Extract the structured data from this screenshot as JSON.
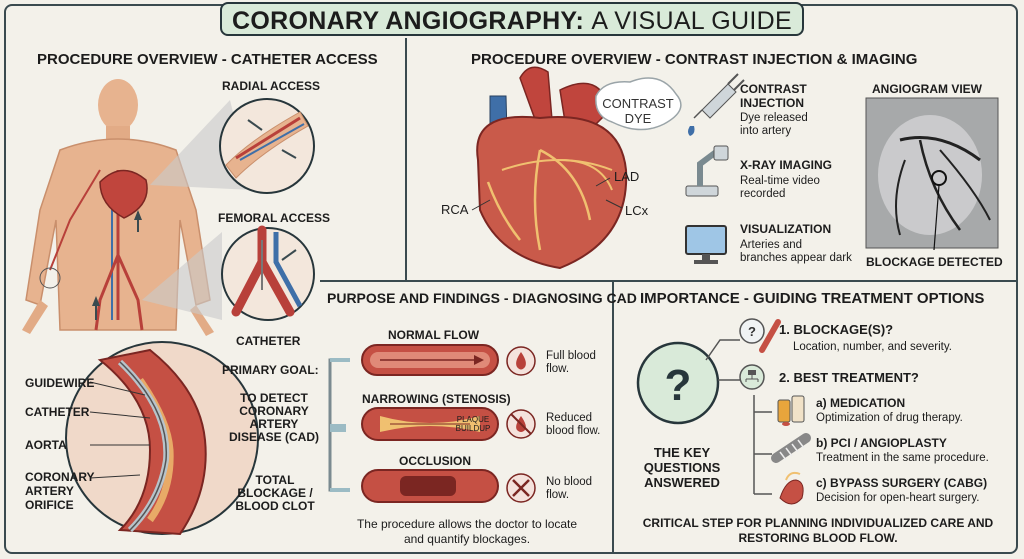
{
  "title": {
    "bold": "CORONARY ANGIOGRAPHY:",
    "rest": "A VISUAL GUIDE"
  },
  "panel1": {
    "heading": "PROCEDURE OVERVIEW - CATHETER ACCESS",
    "radial": "RADIAL ACCESS",
    "femoral": "FEMORAL ACCESS",
    "catheter": "CATHETER",
    "zoom_labels": [
      "GUIDEWIRE",
      "CATHETER",
      "AORTA",
      "CORONARY ARTERY ORIFICE"
    ]
  },
  "panel2": {
    "heading": "PROCEDURE OVERVIEW - CONTRAST INJECTION & IMAGING",
    "cloud": "CONTRAST DYE",
    "lad": "LAD",
    "lcx": "LCx",
    "rca": "RCA",
    "steps": [
      {
        "title": "CONTRAST INJECTION",
        "desc": "Dye released into artery"
      },
      {
        "title": "X-RAY IMAGING",
        "desc": "Real-time video recorded"
      },
      {
        "title": "VISUALIZATION",
        "desc": "Arteries and branches appear dark"
      }
    ],
    "angio_title": "ANGIOGRAM VIEW",
    "blockage": "BLOCKAGE DETECTED"
  },
  "panel3": {
    "heading": "PURPOSE AND FINDINGS - DIAGNOSING CAD",
    "goal_label": "PRIMARY GOAL:",
    "goal_text": "TO DETECT CORONARY ARTERY DISEASE (CAD)",
    "total": "TOTAL BLOCKAGE / BLOOD CLOT",
    "states": [
      {
        "title": "NORMAL FLOW",
        "desc": "Full blood flow."
      },
      {
        "title": "NARROWING (STENOSIS)",
        "desc": "Reduced blood flow."
      },
      {
        "title": "OCCLUSION",
        "desc": "No blood flow."
      }
    ],
    "plaque": "PLAQUE BUILDUP",
    "footer": "The procedure allows the doctor to locate and quantify blockages."
  },
  "panel4": {
    "heading": "IMPORTANCE - GUIDING TREATMENT OPTIONS",
    "key": "THE KEY QUESTIONS ANSWERED",
    "q1_title": "1. BLOCKAGE(S)?",
    "q1_desc": "Location, number, and severity.",
    "q2_title": "2. BEST TREATMENT?",
    "options": [
      {
        "title": "a) MEDICATION",
        "desc": "Optimization of drug therapy."
      },
      {
        "title": "b) PCI / ANGIOPLASTY",
        "desc": "Treatment in the same procedure."
      },
      {
        "title": "c) BYPASS SURGERY (CABG)",
        "desc": "Decision for open-heart surgery."
      }
    ],
    "footer": "CRITICAL STEP FOR PLANNING INDIVIDUALIZED CARE AND RESTORING BLOOD FLOW."
  },
  "colors": {
    "artery": "#b8403a",
    "vein": "#3f6fa8",
    "skin": "#e7b38f",
    "accent": "#d9ead9"
  }
}
